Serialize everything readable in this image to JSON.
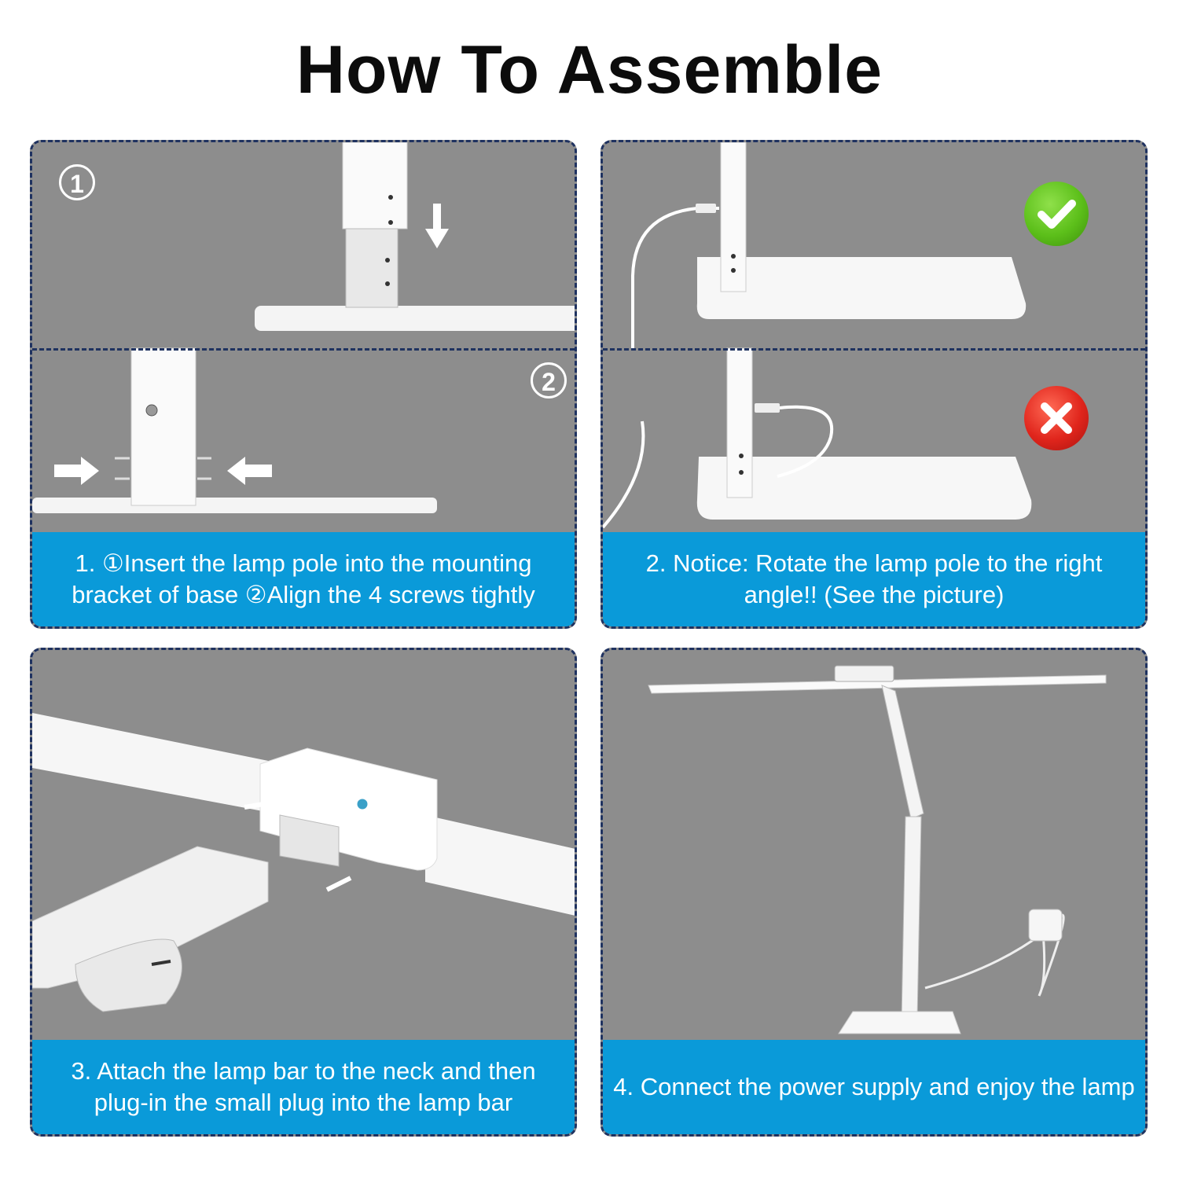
{
  "title": "How To Assemble",
  "steps": [
    {
      "caption": "1.  ①Insert the lamp pole into the mounting bracket of base ②Align the 4 screws tightly",
      "marker_a": "1",
      "marker_b": "2"
    },
    {
      "caption": "2.  Notice: Rotate the lamp pole to the right angle!!   (See the picture)"
    },
    {
      "caption": "3.   Attach the lamp bar to the neck and then plug-in the small plug into the lamp bar"
    },
    {
      "caption": "4. Connect the power supply and enjoy the lamp"
    }
  ],
  "status_icons": {
    "correct": "check-icon",
    "wrong": "cross-icon"
  },
  "colors": {
    "panel_bg": "#8d8d8d",
    "caption_bg": "#0a9ad9",
    "border": "#1f3260",
    "check": "#5cbf1a",
    "cross": "#e0251c"
  }
}
